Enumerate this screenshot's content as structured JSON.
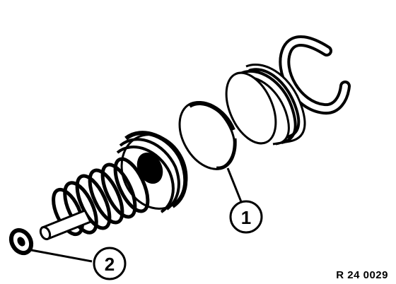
{
  "diagram": {
    "callouts": [
      {
        "id": "1",
        "label": "1"
      },
      {
        "id": "2",
        "label": "2"
      }
    ],
    "reference": "R 24 0029",
    "colors": {
      "ink": "#000000",
      "paper": "#ffffff"
    }
  }
}
